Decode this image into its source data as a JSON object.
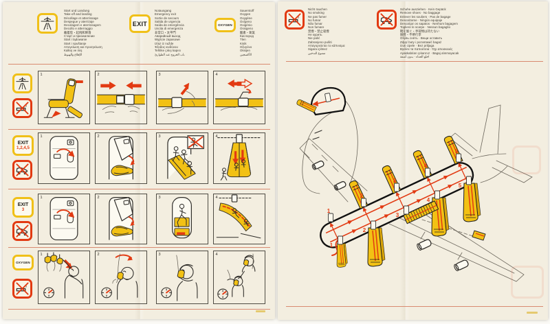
{
  "left_page": {
    "header": {
      "takeoff_landing": {
        "icon": "takeoff-landing-icon",
        "lines": [
          "Start und Landung",
          "Take-off and landing",
          "Décollage et atterrissage",
          "Despegue y aterrizaje",
          "Decolagem e aterrissagem",
          "Decollo e atterraggio",
          "離着陸・起飛和降落",
          "Старт и приземление",
          "Start i lądowanie",
          "Start i spuštanje",
          "Απογείωση και προσγείωση",
          "Kalkış ve iniş",
          "الإقلاع والهبوط"
        ]
      },
      "emergency_exit": {
        "badge_label": "EXIT",
        "lines": [
          "Notausgang",
          "Emergency exit",
          "Sortie de secours",
          "Salida de urgencia",
          "Saída de emergência",
          "Uscita di emergenza",
          "非常口・太平門",
          "Аварийный выход",
          "Wyjście zapasowe",
          "Izlaz iz nužde",
          "Έξοδος κινδύνου",
          "Tehlike çıkış kapısı",
          "باب الخروج عند الطوارئ"
        ]
      },
      "oxygen": {
        "badge_label": "OXYGEN",
        "lines": [
          "Sauerstoff",
          "Oxygen",
          "Oxygène",
          "Oxígeno",
          "Oxigénio",
          "Ossigeno",
          "酸素・氧氣",
          "Кислород",
          "Tlen",
          "Kisik",
          "Οξυγόνο",
          "Oksijen",
          "الأكسجين"
        ]
      }
    },
    "rows": [
      {
        "margin_icons": [
          "takeoff-landing-icon",
          "no-smoking-icon"
        ],
        "panel_numbers": [
          "1",
          "2",
          "3",
          "4"
        ]
      },
      {
        "margin_icons": [
          "exit-1245-badge",
          "no-shoes-icon"
        ],
        "exit_label": "EXIT",
        "exit_numbers": "1,2,4,5",
        "panel_numbers": [
          "1",
          "2",
          "3",
          "4"
        ]
      },
      {
        "margin_icons": [
          "exit-3-badge",
          "no-shoes-icon"
        ],
        "exit_label": "EXIT",
        "exit_numbers": "3",
        "panel_numbers": [
          "1",
          "2",
          "3",
          "4"
        ]
      },
      {
        "margin_icons": [
          "oxygen-badge",
          "no-smoking-icon"
        ],
        "oxygen_label": "OXYGEN",
        "panel_numbers": [
          "1",
          "2",
          "3",
          "4"
        ]
      }
    ]
  },
  "right_page": {
    "header": {
      "no_smoking": {
        "icon": "no-smoking-icon",
        "lines": [
          "Nicht rauchen",
          "No smoking",
          "Ne pas fumer",
          "No fumar",
          "Não fumar",
          "Non fumare",
          "禁煙・禁止吸煙",
          "Не курить",
          "Nie palić",
          "Zabranjeno pušiti",
          "Απαγορεύεται το κάπνισμα",
          "Sigara içilmez",
          "ممنوع التدخين"
        ]
      },
      "remove_shoes_no_baggage": {
        "icon": "no-shoes-icon",
        "lines": [
          "Schuhe ausziehen · Kein Gepäck",
          "Remove shoes · No baggage",
          "Enlever les souliers · Pas de bagage",
          "Descalzarse · Ningún equipaje",
          "Descalçar os sapatos · Nenhum bagagem",
          "Togliere le scarpe · Nessun bagaglio",
          "靴を脱ぐ・手荷物は持たない",
          "脱鞋・不帶行李",
          "Обувь снять · Вещи оставить",
          "Zdjąć buty i pozostawić bagaż",
          "Izuti cipele · Bez prtljaga",
          "Βγάλτε τα παπούτσια · Όχι αποσκευές",
          "Ayakkabıları çıkarınız · Bagaj alınmayacak",
          "اخلع الحذاء · بدون أمتعة"
        ]
      }
    },
    "aircraft_diagram": {
      "exit_numbers": [
        "1",
        "2",
        "3",
        "4",
        "5"
      ]
    }
  },
  "colors": {
    "card_cream": "#F3EEE0",
    "safety_yellow": "#F2C114",
    "signal_red": "#E23A12",
    "rule_red": "#D98A70",
    "ink_black": "#2E2C28"
  }
}
